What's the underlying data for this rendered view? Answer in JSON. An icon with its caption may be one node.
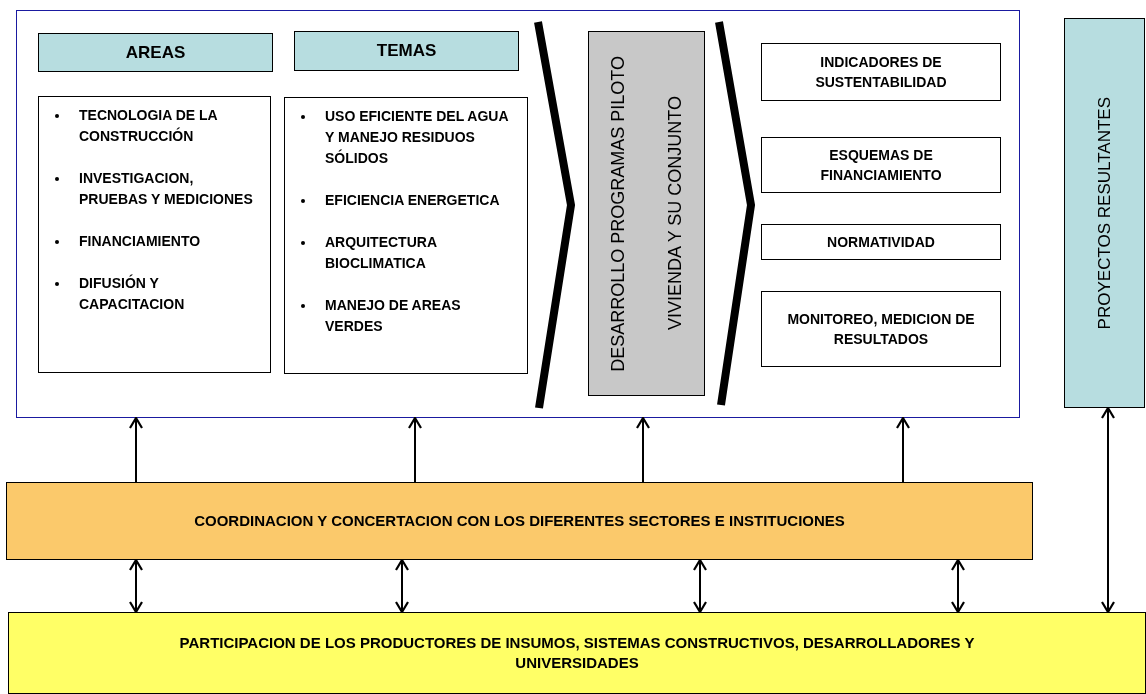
{
  "diagram": {
    "nodes": [
      {
        "text": [],
        "shape": "box"
      },
      {
        "text": [
          "AREAS"
        ],
        "in": 0
      },
      {
        "text": [
          "TECNOLOGIA DE LA CONSTRUCCIÓN",
          "INVESTIGACION, PRUEBAS Y MEDICIONES",
          "FINANCIAMIENTO",
          "DIFUSIÓN  Y CAPACITACION"
        ],
        "in": 0
      },
      {
        "text": [
          "TEMAS"
        ],
        "in": 0
      },
      {
        "text": [
          "USO EFICIENTE DEL AGUA Y MANEJO RESIDUOS SÓLIDOS",
          "EFICIENCIA ENERGETICA",
          "ARQUITECTURA BIOCLIMATICA",
          "MANEJO DE AREAS VERDES"
        ],
        "in": 0
      },
      {
        "text": [
          "DESARROLLO PROGRAMAS PILOTO",
          "VIVIENDA Y SU CONJUNTO"
        ],
        "in": 0
      },
      {
        "text": [
          "INDICADORES DE SUSTENTABILIDAD"
        ],
        "in": 0
      },
      {
        "text": [
          "ESQUEMAS DE FINANCIAMIENTO"
        ],
        "in": 0
      },
      {
        "text": [
          "NORMATIVIDAD"
        ],
        "in": 0
      },
      {
        "text": [
          "MONITOREO, MEDICION DE RESULTADOS"
        ],
        "in": 0
      },
      {
        "text": [
          "PROYECTOS RESULTANTES"
        ]
      },
      {
        "text": [
          "COORDINACION Y CONCERTACION CON LOS DIFERENTES SECTORES E INSTITUCIONES"
        ]
      },
      {
        "text": [
          "PARTICIPACION DE LOS PRODUCTORES DE INSUMOS, SISTEMAS CONSTRUCTIVOS, DESARROLLADORES Y UNIVERSIDADES"
        ]
      }
    ],
    "edges": [
      {
        "from": 11,
        "to": 0,
        "arrow": "to"
      },
      {
        "from": 11,
        "to": 0,
        "arrow": "to"
      },
      {
        "from": 11,
        "to": 0,
        "arrow": "to"
      },
      {
        "from": 11,
        "to": 0,
        "arrow": "to"
      },
      {
        "from": 12,
        "to": 11,
        "arrow": "both"
      },
      {
        "from": 12,
        "to": 11,
        "arrow": "both"
      },
      {
        "from": 12,
        "to": 11,
        "arrow": "both"
      },
      {
        "from": 12,
        "to": 11,
        "arrow": "both"
      },
      {
        "from": 12,
        "to": 10,
        "arrow": "both"
      }
    ]
  }
}
